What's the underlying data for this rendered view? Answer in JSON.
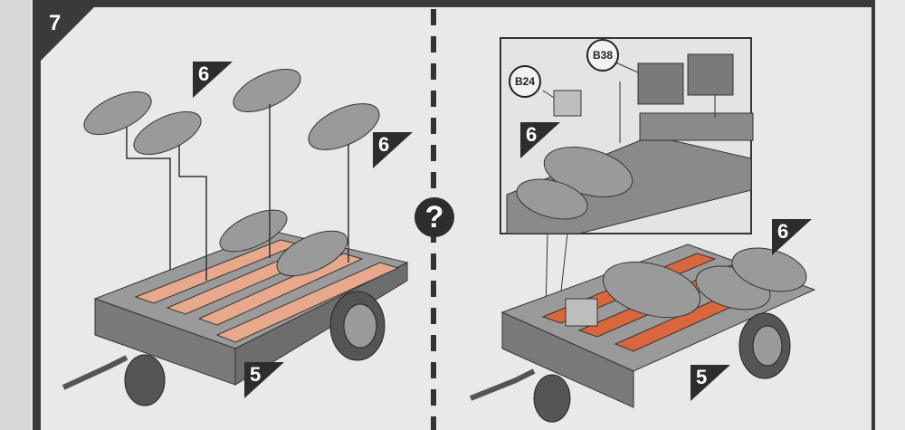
{
  "step_number": "7",
  "help_symbol": "?",
  "left_panel": {
    "sub_step_labels": [
      "6",
      "6",
      "5"
    ]
  },
  "right_panel": {
    "part_callouts": [
      "B24",
      "B38"
    ],
    "sub_step_labels": [
      "6",
      "6",
      "5"
    ]
  },
  "colors": {
    "frame": "#3a3a3a",
    "rails": "#e8a88c",
    "rails_right": "#d9673d",
    "parts": "#8c8c8c"
  }
}
